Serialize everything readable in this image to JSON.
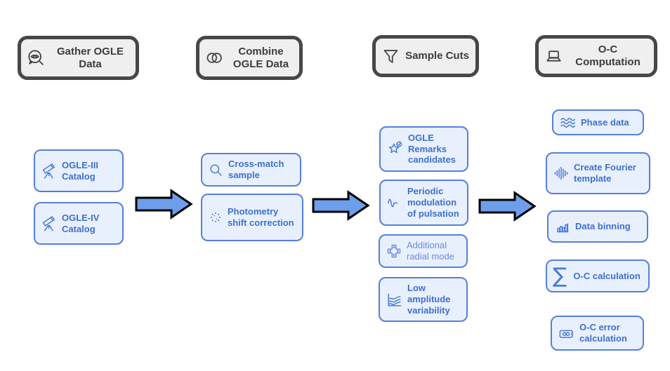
{
  "diagram": {
    "title": "OGLE O-C pipeline flowchart",
    "stages": [
      {
        "label": "Gather OGLE Data",
        "icon": "eye-magnifier-icon",
        "items": [
          {
            "label": "OGLE-III Catalog",
            "icon": "telescope-icon"
          },
          {
            "label": "OGLE-IV Catalog",
            "icon": "telescope-icon"
          }
        ]
      },
      {
        "label": "Combine OGLE Data",
        "icon": "overlapping-circles-icon",
        "items": [
          {
            "label": "Cross-match sample",
            "icon": "magnifier-icon"
          },
          {
            "label": "Photometry shift correction",
            "icon": "scatter-dots-icon"
          }
        ]
      },
      {
        "label": "Sample Cuts",
        "icon": "funnel-icon",
        "items": [
          {
            "label": "OGLE Remarks candidates",
            "icon": "star-check-icon"
          },
          {
            "label": "Periodic modulation of pulsation",
            "icon": "pulse-wave-icon"
          },
          {
            "label": "Additional radial mode",
            "icon": "dpad-plus-icon"
          },
          {
            "label": "Low amplitude variability",
            "icon": "wave-chart-icon"
          }
        ]
      },
      {
        "label": "O-C Computation",
        "icon": "laptop-icon",
        "items": [
          {
            "label": "Phase data",
            "icon": "triple-wave-icon"
          },
          {
            "label": "Create Fourier template",
            "icon": "waveform-bars-icon"
          },
          {
            "label": "Data binning",
            "icon": "histogram-icon"
          },
          {
            "label": "O-C calculation",
            "icon": "sigma-icon"
          },
          {
            "label": "O-C error calculation",
            "icon": "infinity-badge-icon"
          }
        ]
      }
    ],
    "sigma_glyph": "∑",
    "colors": {
      "node_border": "#557FDE",
      "node_fill": "#E9F0FD",
      "node_text": "#3E70D0",
      "node_text_muted": "#6C8CD9",
      "header_border": "#474747",
      "header_fill": "#EFEFEF",
      "header_text": "#3D3D3D",
      "arrow_fill": "#6D9EEB",
      "arrow_stroke": "#000000"
    }
  }
}
